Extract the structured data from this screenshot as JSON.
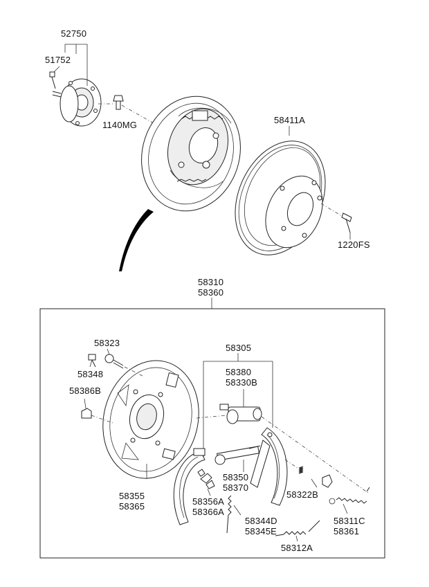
{
  "labels": {
    "p52750": "52750",
    "p51752": "51752",
    "p1140MG": "1140MG",
    "p58411A": "58411A",
    "p1220FS": "1220FS",
    "p58310": "58310",
    "p58360": "58360",
    "p58323": "58323",
    "p58348": "58348",
    "p58386B": "58386B",
    "p58305": "58305",
    "p58380": "58380",
    "p58330B": "58330B",
    "p58350": "58350",
    "p58370": "58370",
    "p58322B": "58322B",
    "p58355": "58355",
    "p58365": "58365",
    "p58356A": "58356A",
    "p58366A": "58366A",
    "p58344D": "58344D",
    "p58345E": "58345E",
    "p58311C": "58311C",
    "p58361": "58361",
    "p58312A": "58312A"
  }
}
